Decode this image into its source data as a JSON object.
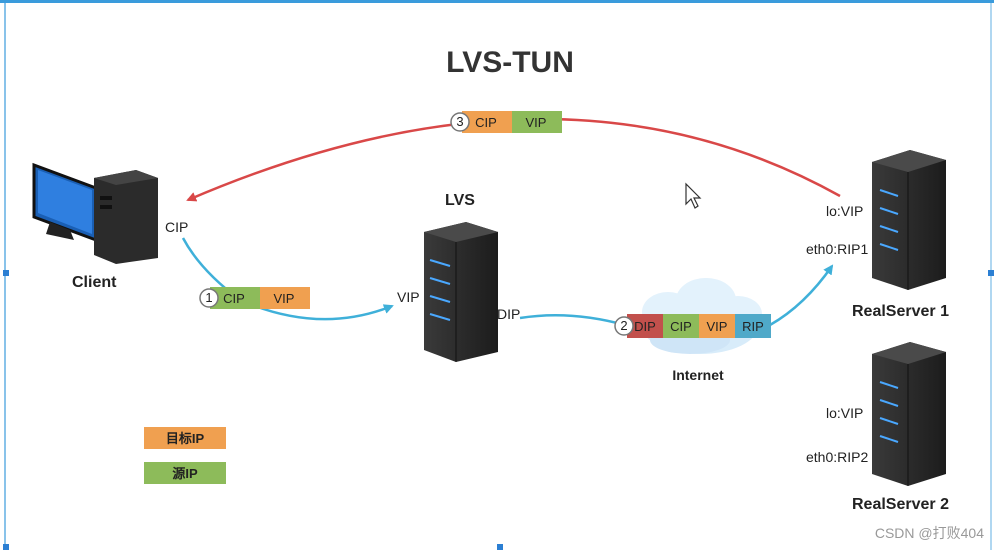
{
  "title": "LVS-TUN",
  "nodes": {
    "client": {
      "label": "Client",
      "ip": "CIP"
    },
    "lvs": {
      "label": "LVS",
      "vip": "VIP",
      "dip": "DIP"
    },
    "internet": {
      "label": "Internet"
    },
    "rs1": {
      "label": "RealServer 1",
      "lo": "lo:VIP",
      "eth0": "eth0:RIP1"
    },
    "rs2": {
      "label": "RealServer 2",
      "lo": "lo:VIP",
      "eth0": "eth0:RIP2"
    }
  },
  "packets": {
    "p1": {
      "step": "1",
      "fields": [
        "CIP",
        "VIP"
      ]
    },
    "p2": {
      "step": "2",
      "fields": [
        "DIP",
        "CIP",
        "VIP",
        "RIP"
      ]
    },
    "p3": {
      "step": "3",
      "fields": [
        "CIP",
        "VIP"
      ]
    }
  },
  "legend": {
    "dest": "目标IP",
    "src": "源IP"
  },
  "colors": {
    "dest": "#f0a050",
    "src": "#8dbb5a",
    "outer_src": "#c2504c",
    "outer_dest": "#4fa9c9",
    "return_arrow": "#d94848",
    "forward_arrow": "#3fb0d9"
  },
  "watermark": "CSDN @打败404"
}
